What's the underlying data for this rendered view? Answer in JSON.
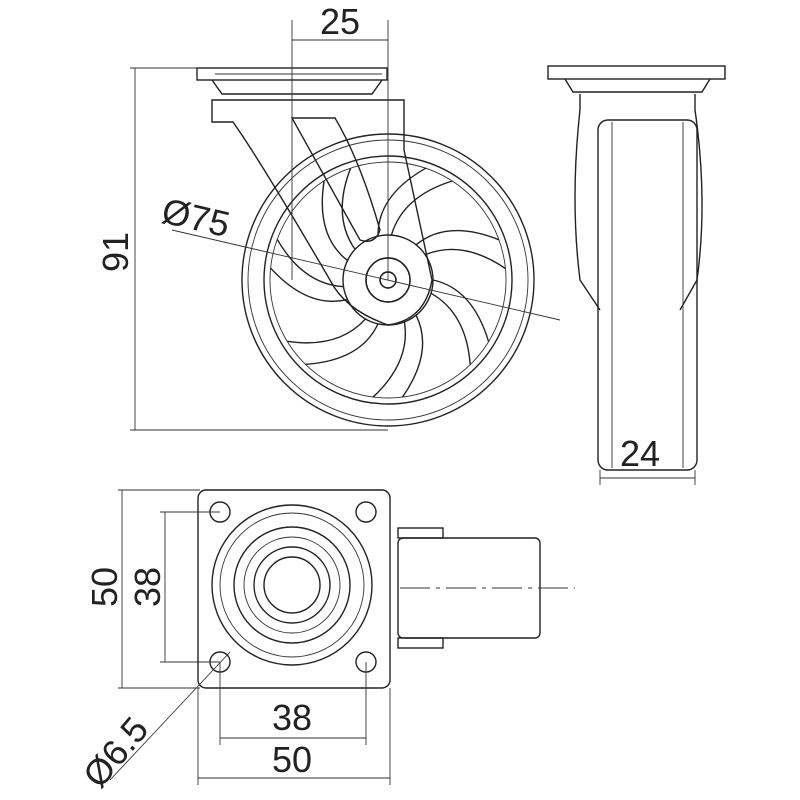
{
  "dimensions": {
    "plate_offset": "25",
    "total_height": "91",
    "wheel_diameter": "Ø75",
    "wheel_width": "24",
    "plate_size_vertical": "50",
    "hole_spacing_vertical": "38",
    "hole_spacing_horizontal": "38",
    "plate_size_horizontal": "50",
    "hole_diameter": "Ø6.5"
  },
  "colors": {
    "line": "#222222",
    "background": "#ffffff"
  }
}
